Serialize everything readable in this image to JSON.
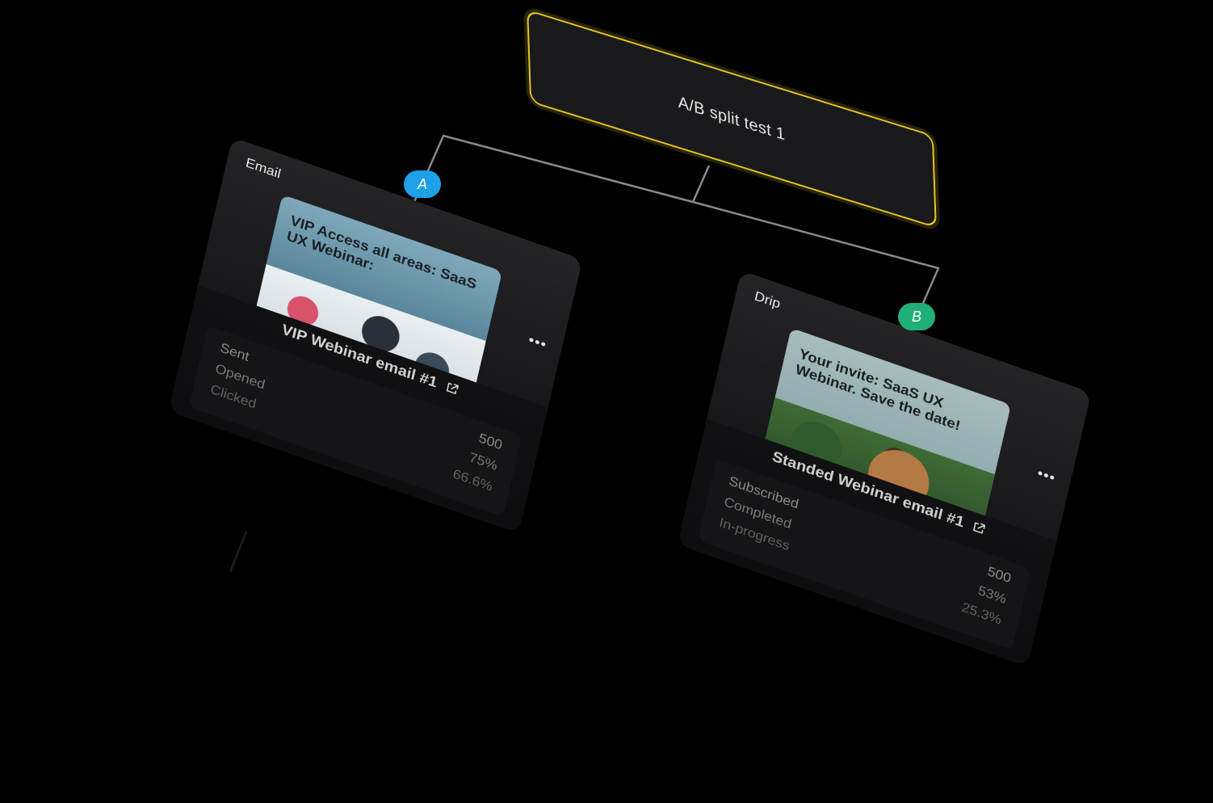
{
  "split_node": {
    "label": "A/B split test 1"
  },
  "branches": {
    "a_label": "A",
    "b_label": "B"
  },
  "colors": {
    "split_border": "#e3c625",
    "badge_a": "#1ea1e8",
    "badge_b": "#1fb07a",
    "background": "#000000"
  },
  "cards": {
    "email": {
      "type_label": "Email",
      "preview_title": "VIP Access all areas: SaaS UX Webinar:",
      "title": "VIP Webinar email #1",
      "stats": [
        {
          "label": "Sent",
          "value": "500"
        },
        {
          "label": "Opened",
          "value": "75%"
        },
        {
          "label": "Clicked",
          "value": "66.6%"
        }
      ]
    },
    "drip": {
      "type_label": "Drip",
      "preview_title": "Your invite: SaaS UX Webinar. Save the date!",
      "title": "Standed Webinar email #1",
      "stats": [
        {
          "label": "Subscribed",
          "value": "500"
        },
        {
          "label": "Completed",
          "value": "53%"
        },
        {
          "label": "In-progress",
          "value": "25.3%"
        }
      ]
    }
  },
  "icons": {
    "more": "more-horizontal-icon",
    "external": "external-link-icon"
  }
}
